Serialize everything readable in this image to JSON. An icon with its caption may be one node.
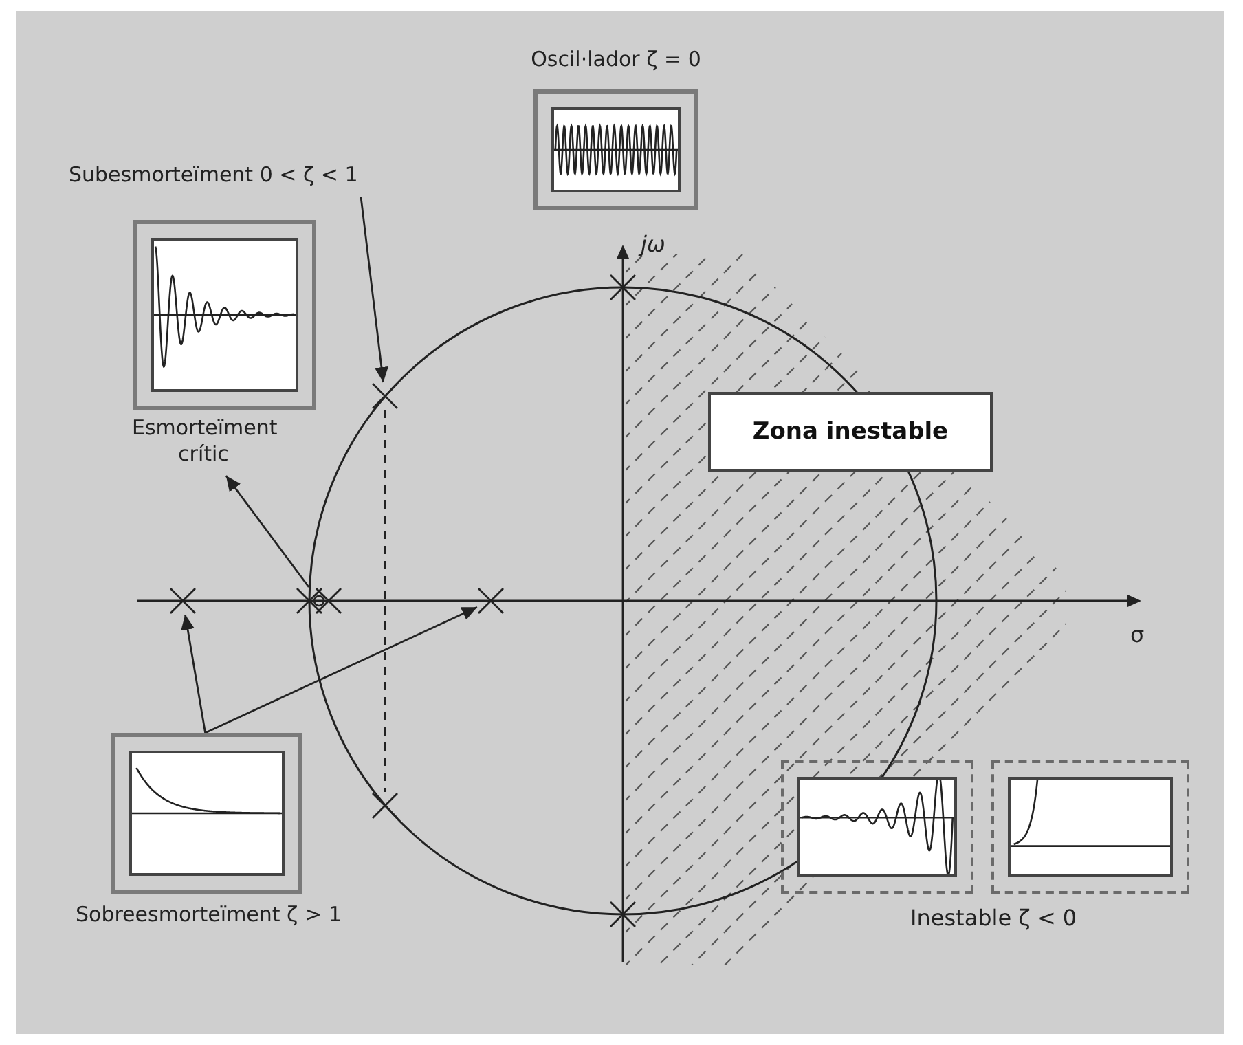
{
  "diagram": {
    "nodes": [
      {
        "text": [
          "Oscil·lador ζ = 0"
        ]
      },
      {
        "text": [
          "Subesmorteïment 0 < ζ < 1"
        ]
      },
      {
        "text": [],
        "shape": "cross"
      },
      {
        "text": [],
        "shape": "cross"
      },
      {
        "text": [
          "Zona inestable"
        ]
      },
      {
        "text": [
          "Esmorteïment crític"
        ]
      },
      {
        "text": [],
        "shape": "cross"
      },
      {
        "text": [],
        "shape": "cross"
      },
      {
        "text": [],
        "shape": "cross"
      },
      {
        "text": [
          "Sobreesmorteïment ζ > 1"
        ]
      },
      {
        "text": [],
        "shape": "cross"
      },
      {
        "text": [],
        "shape": "box"
      },
      {
        "text": [],
        "shape": "box"
      },
      {
        "text": [],
        "shape": "cross"
      }
    ],
    "edges": [
      {
        "from": 1,
        "to": 3,
        "arrow": "to"
      },
      {
        "from": 7,
        "to": 5,
        "arrow": "to"
      },
      {
        "from": 9,
        "to": 6,
        "arrow": "to"
      },
      {
        "from": 9,
        "to": 8,
        "arrow": "to"
      },
      {
        "from": 3,
        "to": 10,
        "arrow": "none",
        "style": "dashed"
      }
    ],
    "labels": [
      "jω",
      "σ",
      "Inestable ζ < 0"
    ]
  }
}
